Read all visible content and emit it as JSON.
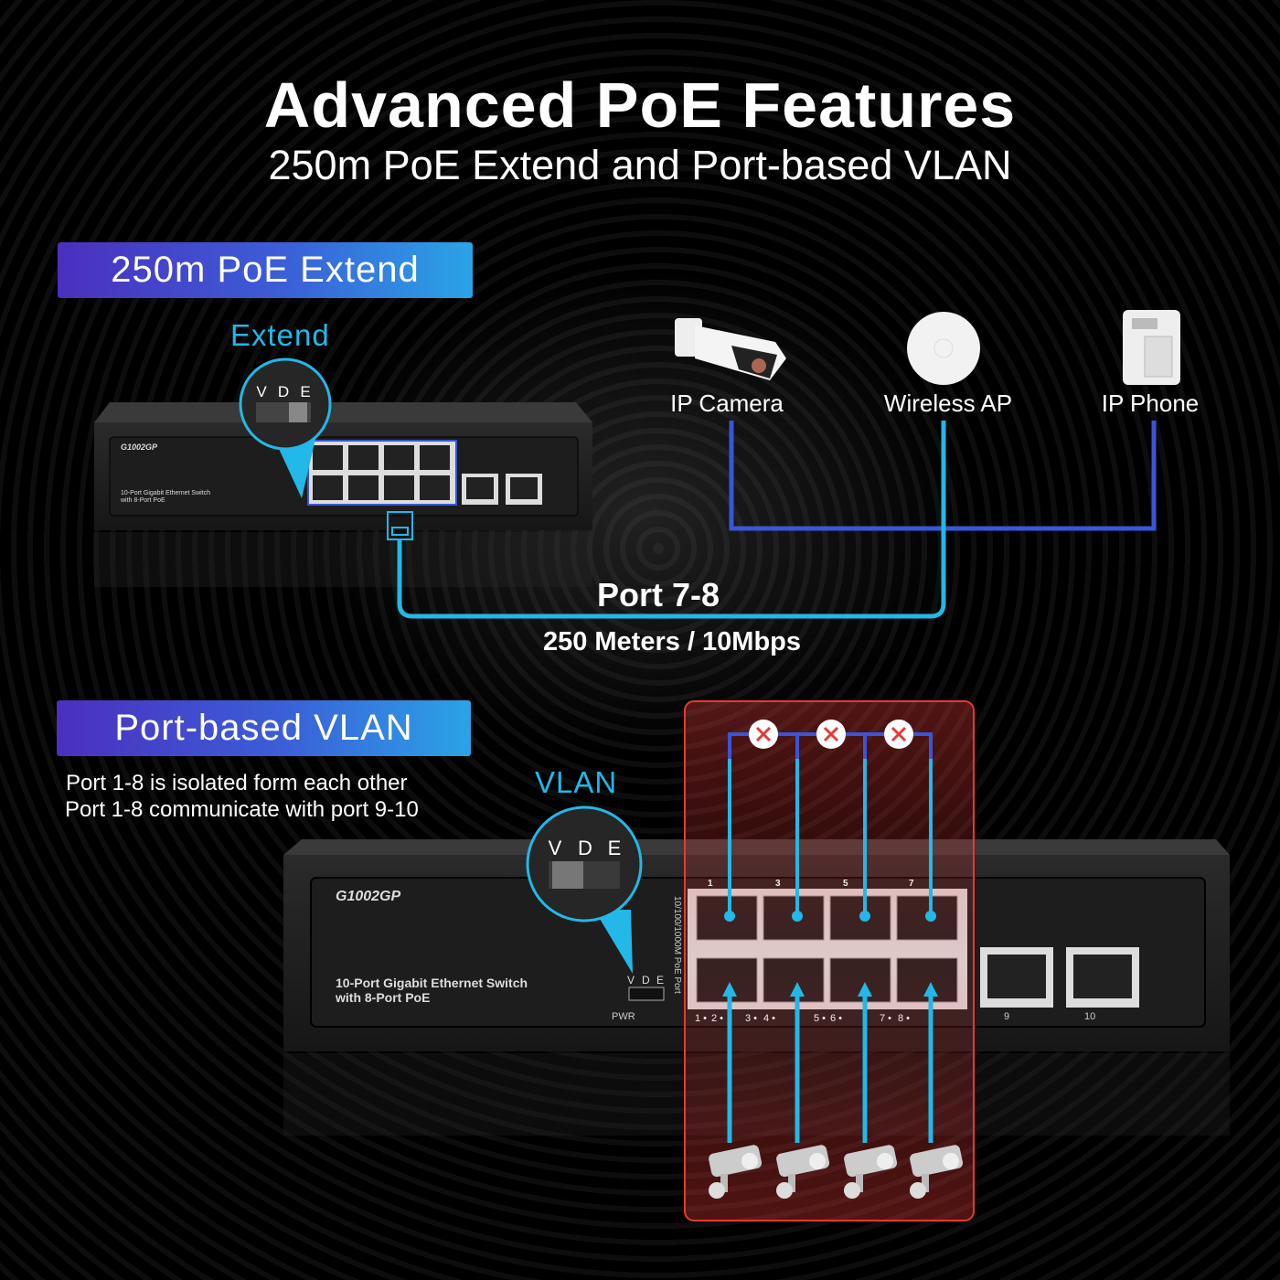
{
  "header": {
    "title": "Advanced PoE Features",
    "subtitle": "250m PoE Extend and Port-based VLAN"
  },
  "extend_section": {
    "banner": "250m PoE Extend",
    "switch_label": "Extend",
    "dip_switch": [
      "V",
      "D",
      "E"
    ],
    "devices": [
      {
        "label": "IP Camera",
        "icon": "ip-camera-icon"
      },
      {
        "label": "Wireless AP",
        "icon": "wireless-ap-icon"
      },
      {
        "label": "IP Phone",
        "icon": "ip-phone-icon"
      }
    ],
    "port_label": "Port 7-8",
    "distance_label": "250 Meters / 10Mbps"
  },
  "vlan_section": {
    "banner": "Port-based VLAN",
    "notes": [
      "Port 1-8 is isolated form each other",
      "Port 1-8 communicate with port 9-10"
    ],
    "switch_label": "VLAN",
    "dip_switch": [
      "V",
      "D",
      "E"
    ]
  },
  "switch": {
    "model": "G1002GP",
    "description": [
      "10-Port Gigabit Ethernet Switch",
      "with 8-Port PoE"
    ],
    "pwr_label": "PWR",
    "poe_port_label": "10/100/1000M PoE Port",
    "top_port_numbers": [
      "1",
      "3",
      "5",
      "7"
    ],
    "bottom_port_numbers": [
      "1",
      "2",
      "3",
      "4",
      "5",
      "6",
      "7",
      "8"
    ],
    "uplink_ports": [
      "9",
      "10"
    ]
  },
  "colors": {
    "accent_cyan": "#22b8e8",
    "accent_blue": "#3a55d6",
    "isolation_red": "#e53935",
    "banner_start": "#4b2fbf",
    "banner_end": "#2aa4e6"
  }
}
